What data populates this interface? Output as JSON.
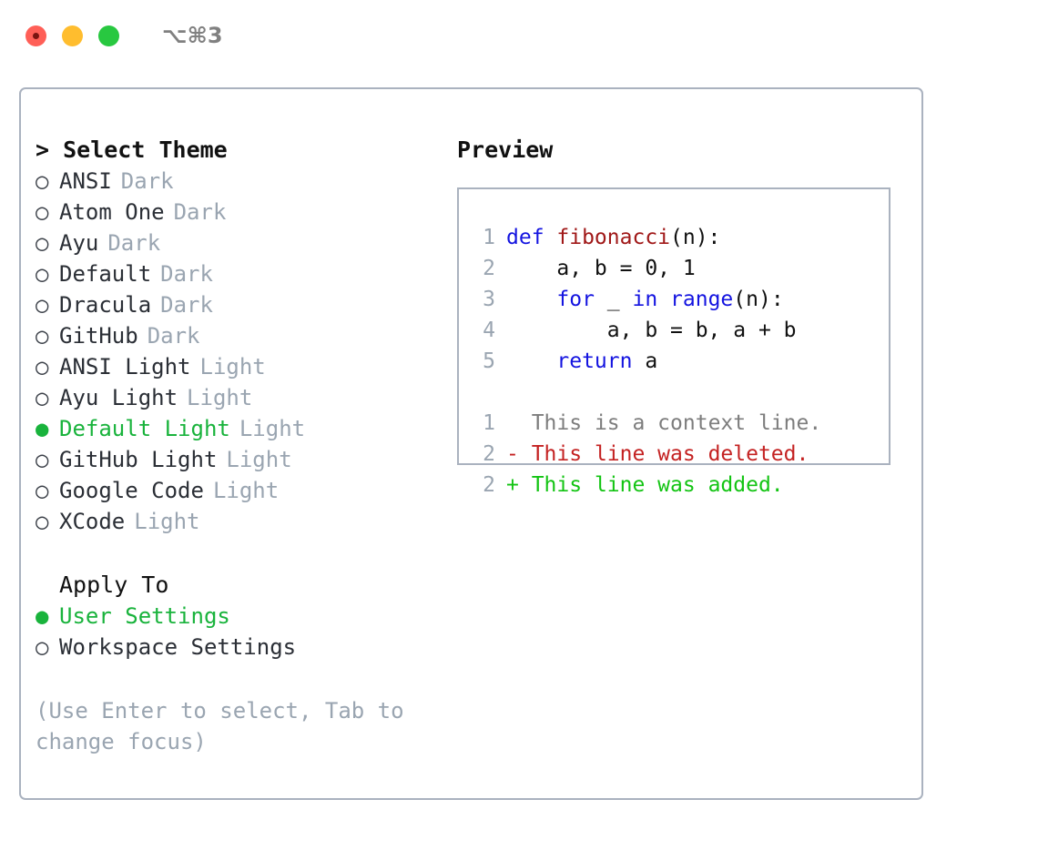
{
  "window": {
    "shortcut_label": "⌥⌘3",
    "traffic_lights": [
      "close-button",
      "minimize-button",
      "zoom-button"
    ]
  },
  "theme_panel": {
    "header": "> Select Theme",
    "markers": {
      "selected": "●",
      "unselected": "○"
    },
    "items": [
      {
        "label": "ANSI",
        "tag": "Dark",
        "selected": false
      },
      {
        "label": "Atom One",
        "tag": "Dark",
        "selected": false
      },
      {
        "label": "Ayu",
        "tag": "Dark",
        "selected": false
      },
      {
        "label": "Default",
        "tag": "Dark",
        "selected": false
      },
      {
        "label": "Dracula",
        "tag": "Dark",
        "selected": false
      },
      {
        "label": "GitHub",
        "tag": "Dark",
        "selected": false
      },
      {
        "label": "ANSI Light",
        "tag": "Light",
        "selected": false
      },
      {
        "label": "Ayu Light",
        "tag": "Light",
        "selected": false
      },
      {
        "label": "Default Light",
        "tag": "Light",
        "selected": true
      },
      {
        "label": "GitHub Light",
        "tag": "Light",
        "selected": false
      },
      {
        "label": "Google Code",
        "tag": "Light",
        "selected": false
      },
      {
        "label": "XCode",
        "tag": "Light",
        "selected": false
      }
    ]
  },
  "apply_to": {
    "header": "Apply To",
    "items": [
      {
        "label": "User Settings",
        "selected": true
      },
      {
        "label": "Workspace Settings",
        "selected": false
      }
    ]
  },
  "hint": "(Use Enter to select, Tab to change focus)",
  "preview": {
    "title": "Preview",
    "code_lines": [
      {
        "lineno": "1",
        "tokens": [
          {
            "t": "def ",
            "k": "kw"
          },
          {
            "t": "fibonacci",
            "k": "fn"
          },
          {
            "t": "(n):",
            "k": "plain"
          }
        ]
      },
      {
        "lineno": "2",
        "tokens": [
          {
            "t": "    a, b = 0, 1",
            "k": "plain"
          }
        ]
      },
      {
        "lineno": "3",
        "tokens": [
          {
            "t": "    ",
            "k": "plain"
          },
          {
            "t": "for",
            "k": "kw"
          },
          {
            "t": " _ ",
            "k": "plain"
          },
          {
            "t": "in",
            "k": "kw"
          },
          {
            "t": " ",
            "k": "plain"
          },
          {
            "t": "range",
            "k": "kw"
          },
          {
            "t": "(n):",
            "k": "plain"
          }
        ]
      },
      {
        "lineno": "4",
        "tokens": [
          {
            "t": "        a, b = b, a + b",
            "k": "plain"
          }
        ]
      },
      {
        "lineno": "5",
        "tokens": [
          {
            "t": "    ",
            "k": "plain"
          },
          {
            "t": "return",
            "k": "kw"
          },
          {
            "t": " a",
            "k": "plain"
          }
        ]
      }
    ],
    "diff_lines": [
      {
        "lineno": "1",
        "sign": " ",
        "text": " This is a context line.",
        "kind": "context"
      },
      {
        "lineno": "2",
        "sign": "-",
        "text": " This line was deleted.",
        "kind": "deleted"
      },
      {
        "lineno": "2",
        "sign": "+",
        "text": " This line was added.",
        "kind": "added"
      }
    ]
  },
  "colors": {
    "selected_green": "#19b33c",
    "muted_gray": "#9aa5b1",
    "keyword_blue": "#1414e0",
    "function_red": "#a01818",
    "diff_deleted": "#c42222",
    "diff_added": "#13c413",
    "border": "#aab2bf"
  }
}
